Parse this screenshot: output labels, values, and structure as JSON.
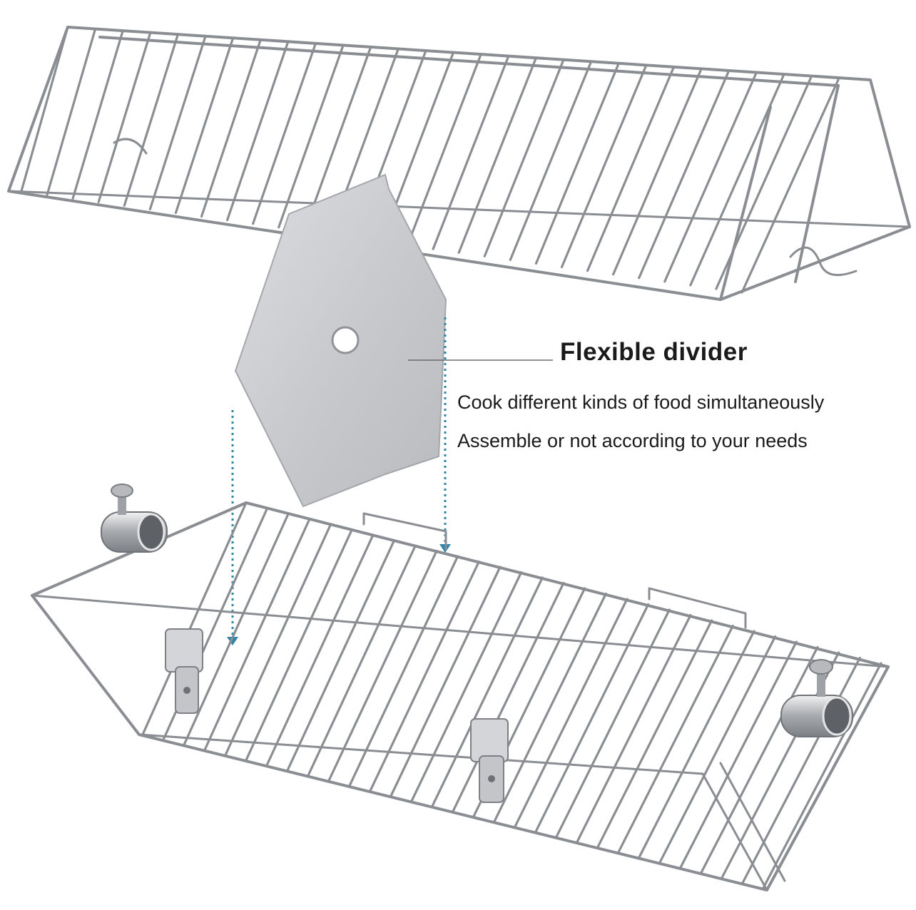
{
  "callout": {
    "title": "Flexible divider",
    "lines": [
      "Cook different kinds of food simultaneously",
      "Assemble or not according to your needs"
    ]
  },
  "colors": {
    "background": "#ffffff",
    "wire": "#8a8e93",
    "wire_highlight": "#d9dbde",
    "divider_plate": "#c9cbce",
    "guide_dots": "#2f86a8",
    "leader_line": "#6b6b6b",
    "text": "#1a1a1a"
  },
  "icons": {
    "top_basket": "wire-basket-lid",
    "divider": "hexagon-divider-plate",
    "bottom_basket": "wire-basket-tray",
    "clamp": "spit-rod-clamp",
    "latch": "spring-latch"
  }
}
